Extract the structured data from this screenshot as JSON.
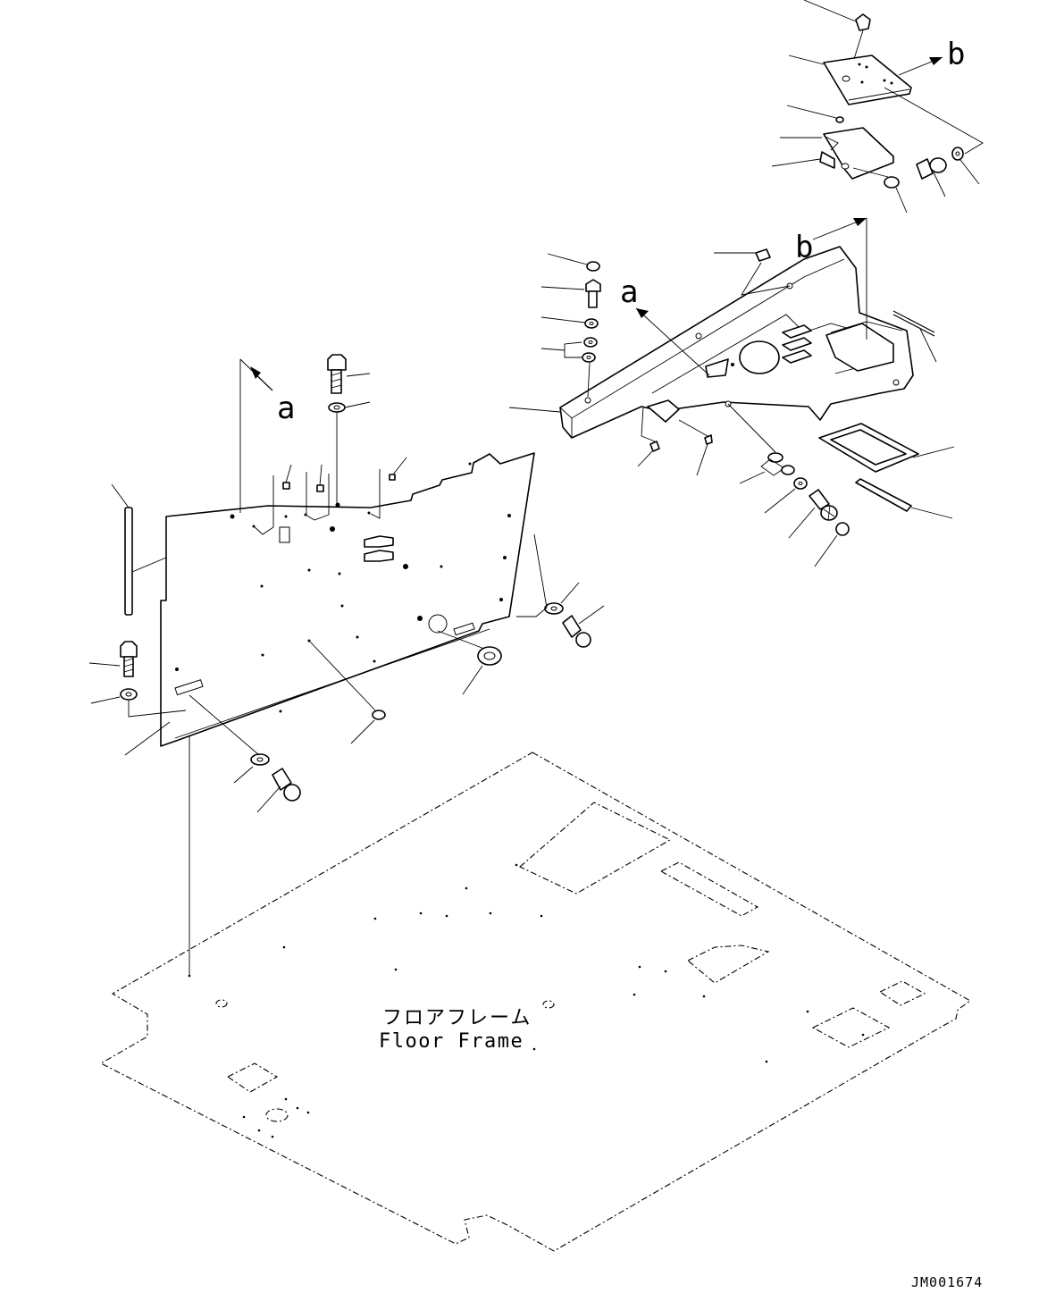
{
  "callouts": {
    "a_upper": "a",
    "a_lower": "a",
    "b_upper": "b",
    "b_lower": "b"
  },
  "floor_frame": {
    "label_jp": "フロアフレーム",
    "label_en": "Floor Frame"
  },
  "drawing_id": "JM001674"
}
